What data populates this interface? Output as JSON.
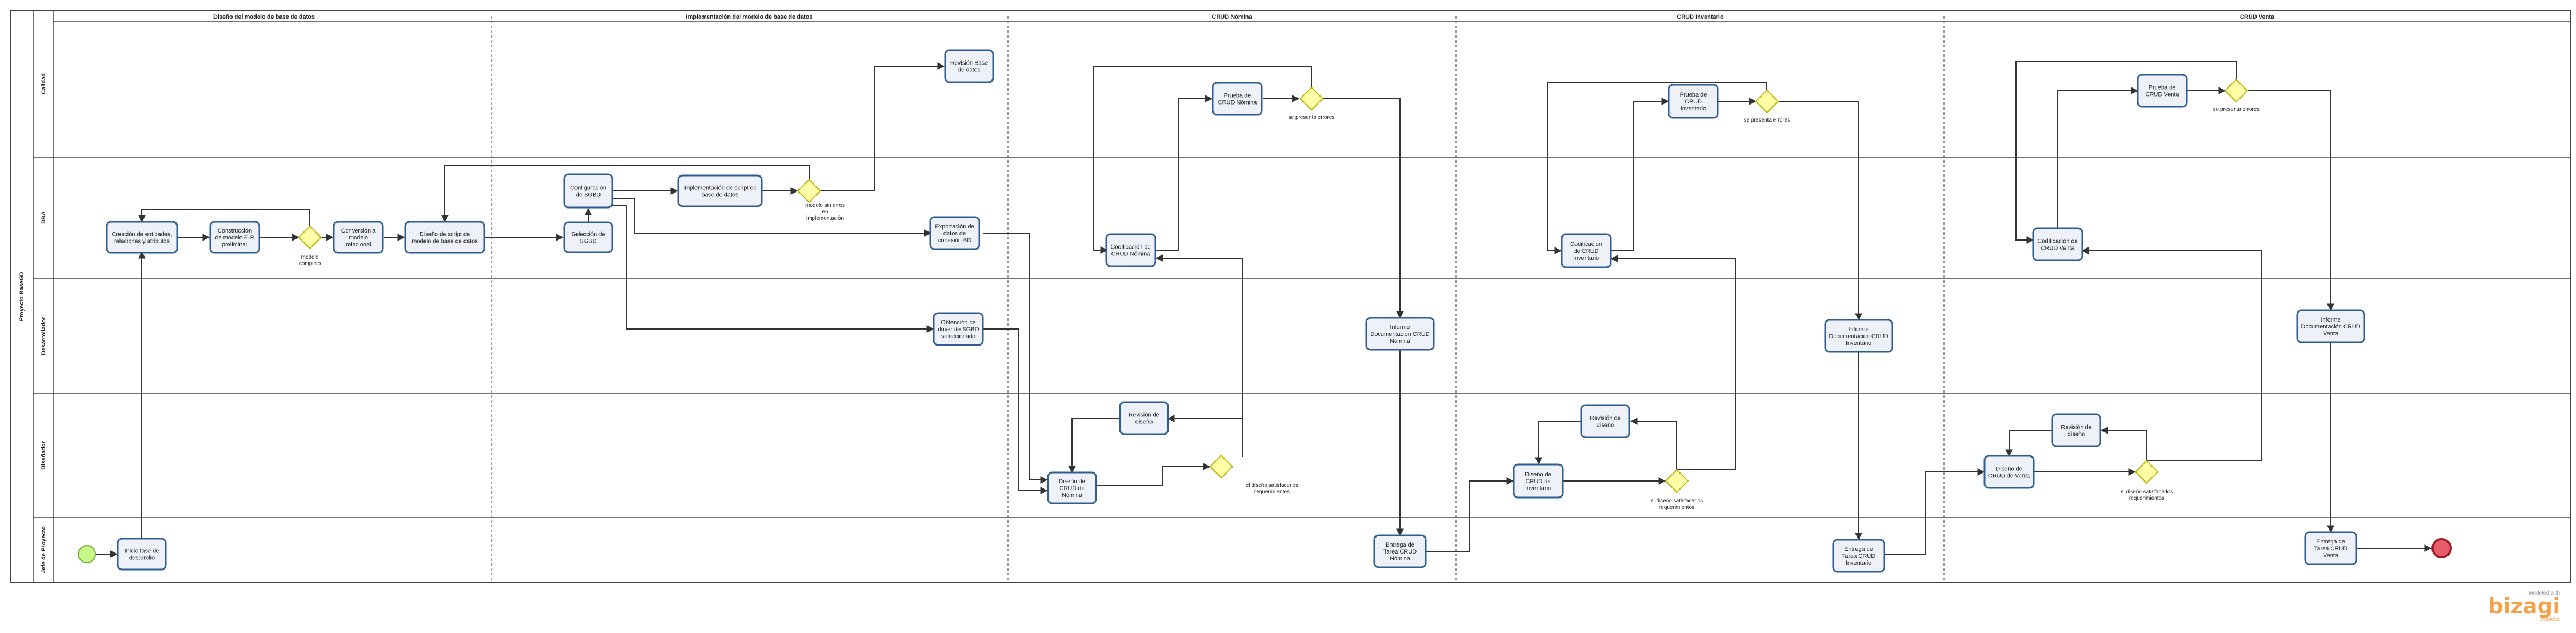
{
  "pool": {
    "label": "Proyecto BaseGD"
  },
  "lanes": [
    {
      "id": "calidad",
      "label": "Calidad"
    },
    {
      "id": "dba",
      "label": "DBA"
    },
    {
      "id": "desarrollador",
      "label": "Desarrollador"
    },
    {
      "id": "disenador",
      "label": "Diseñador"
    },
    {
      "id": "jefe",
      "label": "Jefe de Proyecto"
    }
  ],
  "phases": [
    {
      "id": "p1",
      "label": "Diseño del modelo de base de datos"
    },
    {
      "id": "p2",
      "label": "Implementación del modelo de base de datos"
    },
    {
      "id": "p3",
      "label": "CRUD Nómina"
    },
    {
      "id": "p4",
      "label": "CRUD Inventario"
    },
    {
      "id": "p5",
      "label": "CRUD Venta"
    }
  ],
  "tasks": {
    "t_inicio": [
      "Inicio fase de",
      "desarrollo"
    ],
    "t_creacion": [
      "Creación de entidades,",
      "relaciones y atributos"
    ],
    "t_construccion": [
      "Construcción",
      "de modelo E-R",
      "preliminar"
    ],
    "t_conversion": [
      "Conversión a",
      "modelo",
      "relacional"
    ],
    "t_diseno_script": [
      "Diseño de script de",
      "modelo de base de datos"
    ],
    "t_config_sgbd": [
      "Configuración",
      "de SGBD"
    ],
    "t_seleccion_sgbd": [
      "Selección de",
      "SGBD"
    ],
    "t_impl_script": [
      "Implementación de script de",
      "base de datos"
    ],
    "t_revision_base": [
      "Revisión Base",
      "de datos"
    ],
    "t_exportacion": [
      "Exportación de",
      "datos de",
      "conexión BD"
    ],
    "t_obtencion": [
      "Obtención de",
      "driver de SGBD",
      "seleccionado"
    ],
    "t_prueba_nomina": [
      "Prueba de",
      "CRUD Nómina"
    ],
    "t_codif_nomina": [
      "Codificación de",
      "CRUD Nómina"
    ],
    "t_revision_diseno_n": [
      "Revisión de",
      "diseño"
    ],
    "t_diseno_crud_nomina": [
      "Diseño de",
      "CRUD de",
      "Nómina"
    ],
    "t_informe_nomina": [
      "Informe",
      "Documentación CRUD",
      "Nómina"
    ],
    "t_entrega_nomina": [
      "Entrega de",
      "Tarea CRUD",
      "Nómina"
    ],
    "t_prueba_inv": [
      "Prueba de",
      "CRUD",
      "Inventario"
    ],
    "t_codif_inv": [
      "Codificación",
      "de CRUD",
      "Inventario"
    ],
    "t_revision_diseno_i": [
      "Revisión de",
      "diseño"
    ],
    "t_diseno_crud_inv": [
      "Diseño de",
      "CRUD de",
      "Inventario"
    ],
    "t_informe_inv": [
      "Informe",
      "Documentación CRUD",
      "Inventario"
    ],
    "t_entrega_inv": [
      "Entrega de",
      "Tarea CRUD",
      "Inventario"
    ],
    "t_prueba_venta": [
      "Prueba de",
      "CRUD Venta"
    ],
    "t_codif_venta": [
      "Codificación de",
      "CRUD Venta"
    ],
    "t_revision_diseno_v": [
      "Revisión de",
      "diseño"
    ],
    "t_diseno_crud_venta": [
      "Diseño de",
      "CRUD de Venta"
    ],
    "t_informe_venta": [
      "Informe",
      "Documentación CRUD",
      "Venta"
    ],
    "t_entrega_venta": [
      "Entrega de",
      "Tarea CRUD",
      "Venta"
    ]
  },
  "gateways": {
    "g_modelo_completo": [
      "modelo",
      "completo"
    ],
    "g_modelo_errores": [
      "modelo sin erros",
      "en",
      "implementación"
    ],
    "g_errores_nomina": [
      "se presenta errores"
    ],
    "g_diseno_nomina": [
      "el diseño satisfacerlos",
      "requerimientos"
    ],
    "g_errores_inv": [
      "se presenta errores"
    ],
    "g_diseno_inv": [
      "el diseño satisfacerlos",
      "requerimientos"
    ],
    "g_errores_venta": [
      "se presenta errores"
    ],
    "g_diseno_venta": [
      "el diseño satisfacerlos",
      "requerimientos"
    ]
  },
  "colors": {
    "task_fill": "#eef2f8",
    "task_border": "#2e5d95",
    "gateway_fill": "#ffffa8",
    "start_event": "#c8f78a",
    "end_event": "#e85c69"
  },
  "watermark": {
    "small": "Modeled with",
    "brand": "bizagi",
    "sub": "Modeler"
  }
}
